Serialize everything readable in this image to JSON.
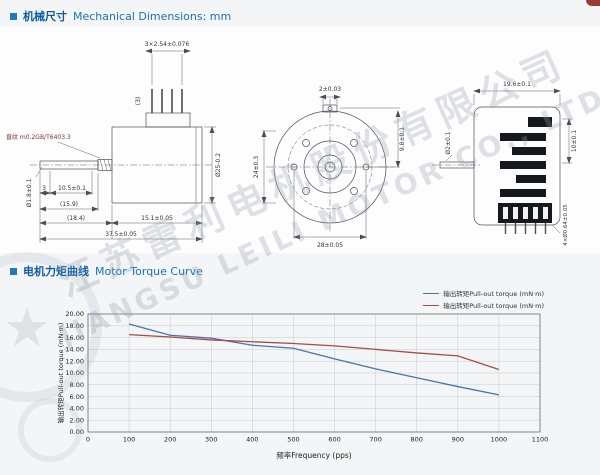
{
  "page": {
    "bg": "#f3f5f7",
    "panel_bg": "#fdfdfe"
  },
  "colors": {
    "header_blue": "#0d5da6",
    "bullet_blue": "#2278bd",
    "drawing_line": "#4a4f55",
    "torque_line_blue": "#4a74b0",
    "torque_line_red": "#aa4a44"
  },
  "headers": {
    "mech": {
      "zh": "机械尺寸",
      "en": "Mechanical Dimensions: mm"
    },
    "torque": {
      "zh": "电机力矩曲线",
      "en": "Motor Torque Curve"
    }
  },
  "watermark": {
    "zh": "江苏雷利电机股份有限公司",
    "en": "JIANGSU LEILI MOTOR CO., LTD"
  },
  "drawings": {
    "side": {
      "pin_pitch": "3×2.54±0.076",
      "pin_count": "(3)",
      "knurl": "直纹 m0.2GB/T6403.3",
      "shaft_dia": "Ø1.8±0.1",
      "dim_3": "3",
      "dim_10_5": "10.5±0.1",
      "dim_15_9": "(15.9)",
      "dim_18_4": "(18.4)",
      "dim_15_1": "15.1±0.05",
      "dim_37_5": "37.5±0.05",
      "body_dia": "Ø25-0.2"
    },
    "front": {
      "tab": "2±0.03",
      "right": "9.8±0.1",
      "left": "24±0.3",
      "holes_span": "28±0.05"
    },
    "rear": {
      "width": "19.6±0.1",
      "shaft": "Ø2±0.1",
      "height": "10±0.1",
      "pin_holes": "4×Ø0.64±0.05"
    }
  },
  "chart_data": {
    "type": "line",
    "title": "",
    "xlabel": "频率Frequency (pps)",
    "ylabel": "输出转矩Pull-out torque (mN·m)",
    "xlim": [
      0,
      1100
    ],
    "ylim": [
      0,
      20
    ],
    "x_ticks": [
      0,
      100,
      200,
      300,
      400,
      500,
      600,
      700,
      800,
      900,
      1000,
      1100
    ],
    "y_ticks": [
      0,
      2,
      4,
      6,
      8,
      10,
      12,
      14,
      16,
      18,
      20
    ],
    "grid": true,
    "legend_position": "top-right",
    "x": [
      100,
      200,
      300,
      400,
      500,
      600,
      700,
      800,
      900,
      1000
    ],
    "series": [
      {
        "name": "输出转矩Pull-out torque (mN·m)",
        "color": "#4a74b0",
        "values": [
          18.3,
          16.4,
          15.9,
          14.7,
          14.2,
          12.4,
          10.7,
          9.2,
          7.7,
          6.3
        ]
      },
      {
        "name": "输出转矩Pull-out torque (mN·m)",
        "color": "#aa4a44",
        "values": [
          16.5,
          16.1,
          15.6,
          15.3,
          15.0,
          14.6,
          14.0,
          13.4,
          12.9,
          10.6
        ]
      }
    ]
  }
}
